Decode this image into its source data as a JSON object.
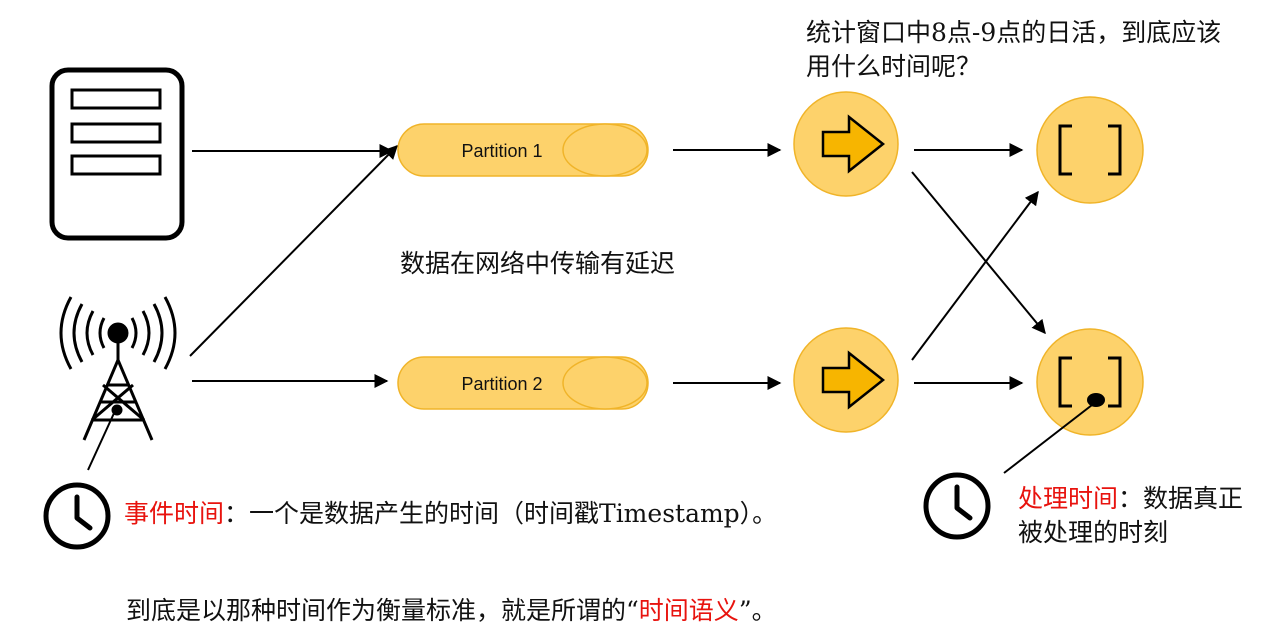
{
  "partitions": [
    {
      "label": "Partition 1"
    },
    {
      "label": "Partition 2"
    }
  ],
  "texts": {
    "question": "统计窗口中8点-9点的日活，到底应该用什么时间呢？",
    "delay": "数据在网络中传输有延迟",
    "event_time_term": "事件时间",
    "event_time_desc": "：一个是数据产生的时间（时间戳Timestamp）。",
    "processing_time_term": "处理时间",
    "processing_time_desc": "：数据真正被处理的时刻",
    "summary_prefix": "到底是以那种时间作为衡量标准，就是所谓的“",
    "summary_term": "时间语义",
    "summary_suffix": "”。"
  },
  "icons": [
    "server-icon",
    "radio-tower-icon",
    "clock-icon",
    "arrow-right-icon",
    "window-bracket-icon"
  ],
  "colors": {
    "partition_fill": "#fdd26b",
    "partition_stroke": "#f0b429",
    "operator_fill": "#fdd26b",
    "arrow_fill": "#f7b500",
    "highlight": "#e8130e",
    "line": "#000000"
  }
}
